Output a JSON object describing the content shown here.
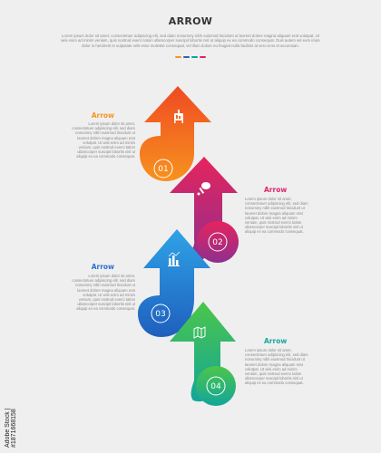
{
  "header": {
    "title": "ARROW",
    "intro": "Lorem ipsum dolor sit amet, consectetuer adipiscing elit, sed diam nonummy nibh euismod tincidunt ut laoreet dolore magna aliquam erat volutpat. Ut wisi enim ad minim veniam, quis nostrud exerci tation ullamcorper suscipit lobortis nisl ut aliquip ex ea commodo consequat. Duis autem vel eum iriure dolor in hendrerit in vulputate velit esse molestie consequat, vel illum dolore eu feugiat nulla facilisis at vero eros et accumsan.",
    "dot_colors": [
      "#f7941d",
      "#2e5fb8",
      "#00a8a0",
      "#e0246b"
    ]
  },
  "steps": [
    {
      "number": "01",
      "title": "Arrow",
      "title_color": "#f7941d",
      "body": "Lorem ipsum dolor sit amet, consectetuer adipiscing elit, sed diam nonummy nibh euismod tincidunt ut laoreet dolore magna aliquam erat volutpat. Ut wisi enim ad minim veniam, quis nostrud exerci tation ullamcorper suscipit lobortis nisl ut aliquip ex ea commodo consequat.",
      "icon": "presentation-board-icon",
      "gradient": [
        "#f7921e",
        "#ef4a23"
      ]
    },
    {
      "number": "02",
      "title": "Arrow",
      "title_color": "#e0246b",
      "body": "Lorem ipsum dolor sit amet, consectetuer adipiscing elit, sed diam nonummy nibh euismod tincidunt ut laoreet dolore magna aliquam erat volutpat. Ut wisi enim ad minim veniam, quis nostrud exerci tation ullamcorper suscipit lobortis nisl ut aliquip ex ea commodo consequat.",
      "icon": "chicken-leg-icon",
      "gradient": [
        "#8e2f8f",
        "#e6245c"
      ]
    },
    {
      "number": "03",
      "title": "Arrow",
      "title_color": "#2e6fd0",
      "body": "Lorem ipsum dolor sit amet, consectetuer adipiscing elit, sed diam nonummy nibh euismod tincidunt ut laoreet dolore magna aliquam erat volutpat. Ut wisi enim ad minim veniam, quis nostrud exerci tation ullamcorper suscipit lobortis nisl ut aliquip ex ea commodo consequat.",
      "icon": "bar-chart-icon",
      "gradient": [
        "#1f5fbe",
        "#2fa3e6"
      ]
    },
    {
      "number": "04",
      "title": "Arrow",
      "title_color": "#19a89a",
      "body": "Lorem ipsum dolor sit amet, consectetuer adipiscing elit, sed diam nonummy nibh euismod tincidunt ut laoreet dolore magna aliquam erat volutpat. Ut wisi enim ad minim veniam, quis nostrud exerci tation ullamcorper suscipit lobortis nisl ut aliquip ex ea commodo consequat.",
      "icon": "map-icon",
      "gradient": [
        "#13a59a",
        "#4cc64a"
      ]
    }
  ],
  "watermark": {
    "text": "Adobe Stock | #1871668158"
  }
}
